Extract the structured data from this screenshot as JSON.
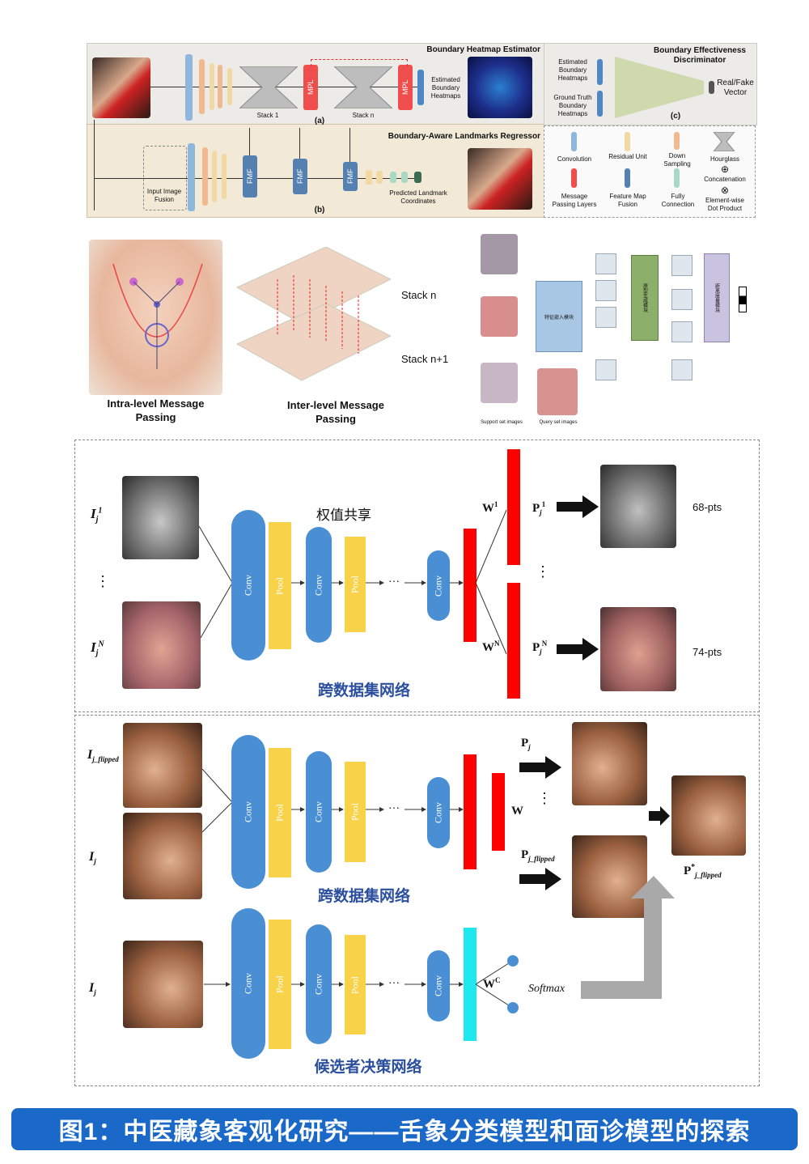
{
  "top": {
    "panel_a": {
      "title": "Boundary Heatmap Estimator",
      "tag": "(a)",
      "stack1": "Stack 1",
      "stackn": "Stack n",
      "mpl": "MPL",
      "out_label": "Estimated Boundary Heatmaps"
    },
    "panel_b": {
      "title": "Boundary-Aware Landmarks Regressor",
      "tag": "(b)",
      "fusion": "Input Image Fusion",
      "fmf": "FMF",
      "out_label": "Predicted Landmark Coordinates"
    },
    "panel_c": {
      "title": "Boundary Effectiveness Discriminator",
      "tag": "(c)",
      "in1": "Estimated Boundary Heatmaps",
      "in2": "Ground Truth Boundary Heatmaps",
      "out": "Real/Fake Vector"
    },
    "legend": [
      "Convolution",
      "Residual Unit",
      "Down Sampling",
      "Hourglass",
      "Concatenation",
      "Message Passing Layers",
      "Feature Map Fusion",
      "Fully Connection",
      "Element-wise Dot Product"
    ]
  },
  "mid": {
    "intra": "Intra-level Message Passing",
    "inter": "Inter-level Message Passing",
    "stack_n": "Stack n",
    "stack_n1": "Stack n+1",
    "embed": "特征嵌入模块",
    "proto": "原型生成模块",
    "dist": "距离度量模块",
    "support": "Support set images",
    "query": "Query set images"
  },
  "cross": {
    "shared": "权值共享",
    "title": "跨数据集网络",
    "conv": "Conv",
    "pool": "Pool",
    "ellipsis": "···",
    "i1": "I",
    "i1_sub": "j",
    "i1_sup": "1",
    "iN_sup": "N",
    "w1": "W",
    "w1_sup": "1",
    "wN_sup": "N",
    "p": "P",
    "pts68": "68-pts",
    "pts74": "74-pts",
    "vdots": "⋮"
  },
  "bottom": {
    "title1": "跨数据集网络",
    "title2": "候选者决策网络",
    "i_flipped": "I",
    "i_flipped_sub": "j_flipped",
    "i_sub": "j",
    "w": "W",
    "wc_sup": "C",
    "p": "P",
    "p_sub": "j",
    "p_flipped_sub": "j_flipped",
    "p_star": "P",
    "p_star_sup": "*",
    "p_star_sub": "j_flipped",
    "softmax": "Softmax"
  },
  "caption": "图1：中医藏象客观化研究——舌象分类模型和面诊模型的探索",
  "colors": {
    "accent": "#1a69c8",
    "conv": "#4a8fd4",
    "pool": "#f8d248",
    "fc": "#ff0000",
    "softmax_fc": "#1fe8ee"
  }
}
